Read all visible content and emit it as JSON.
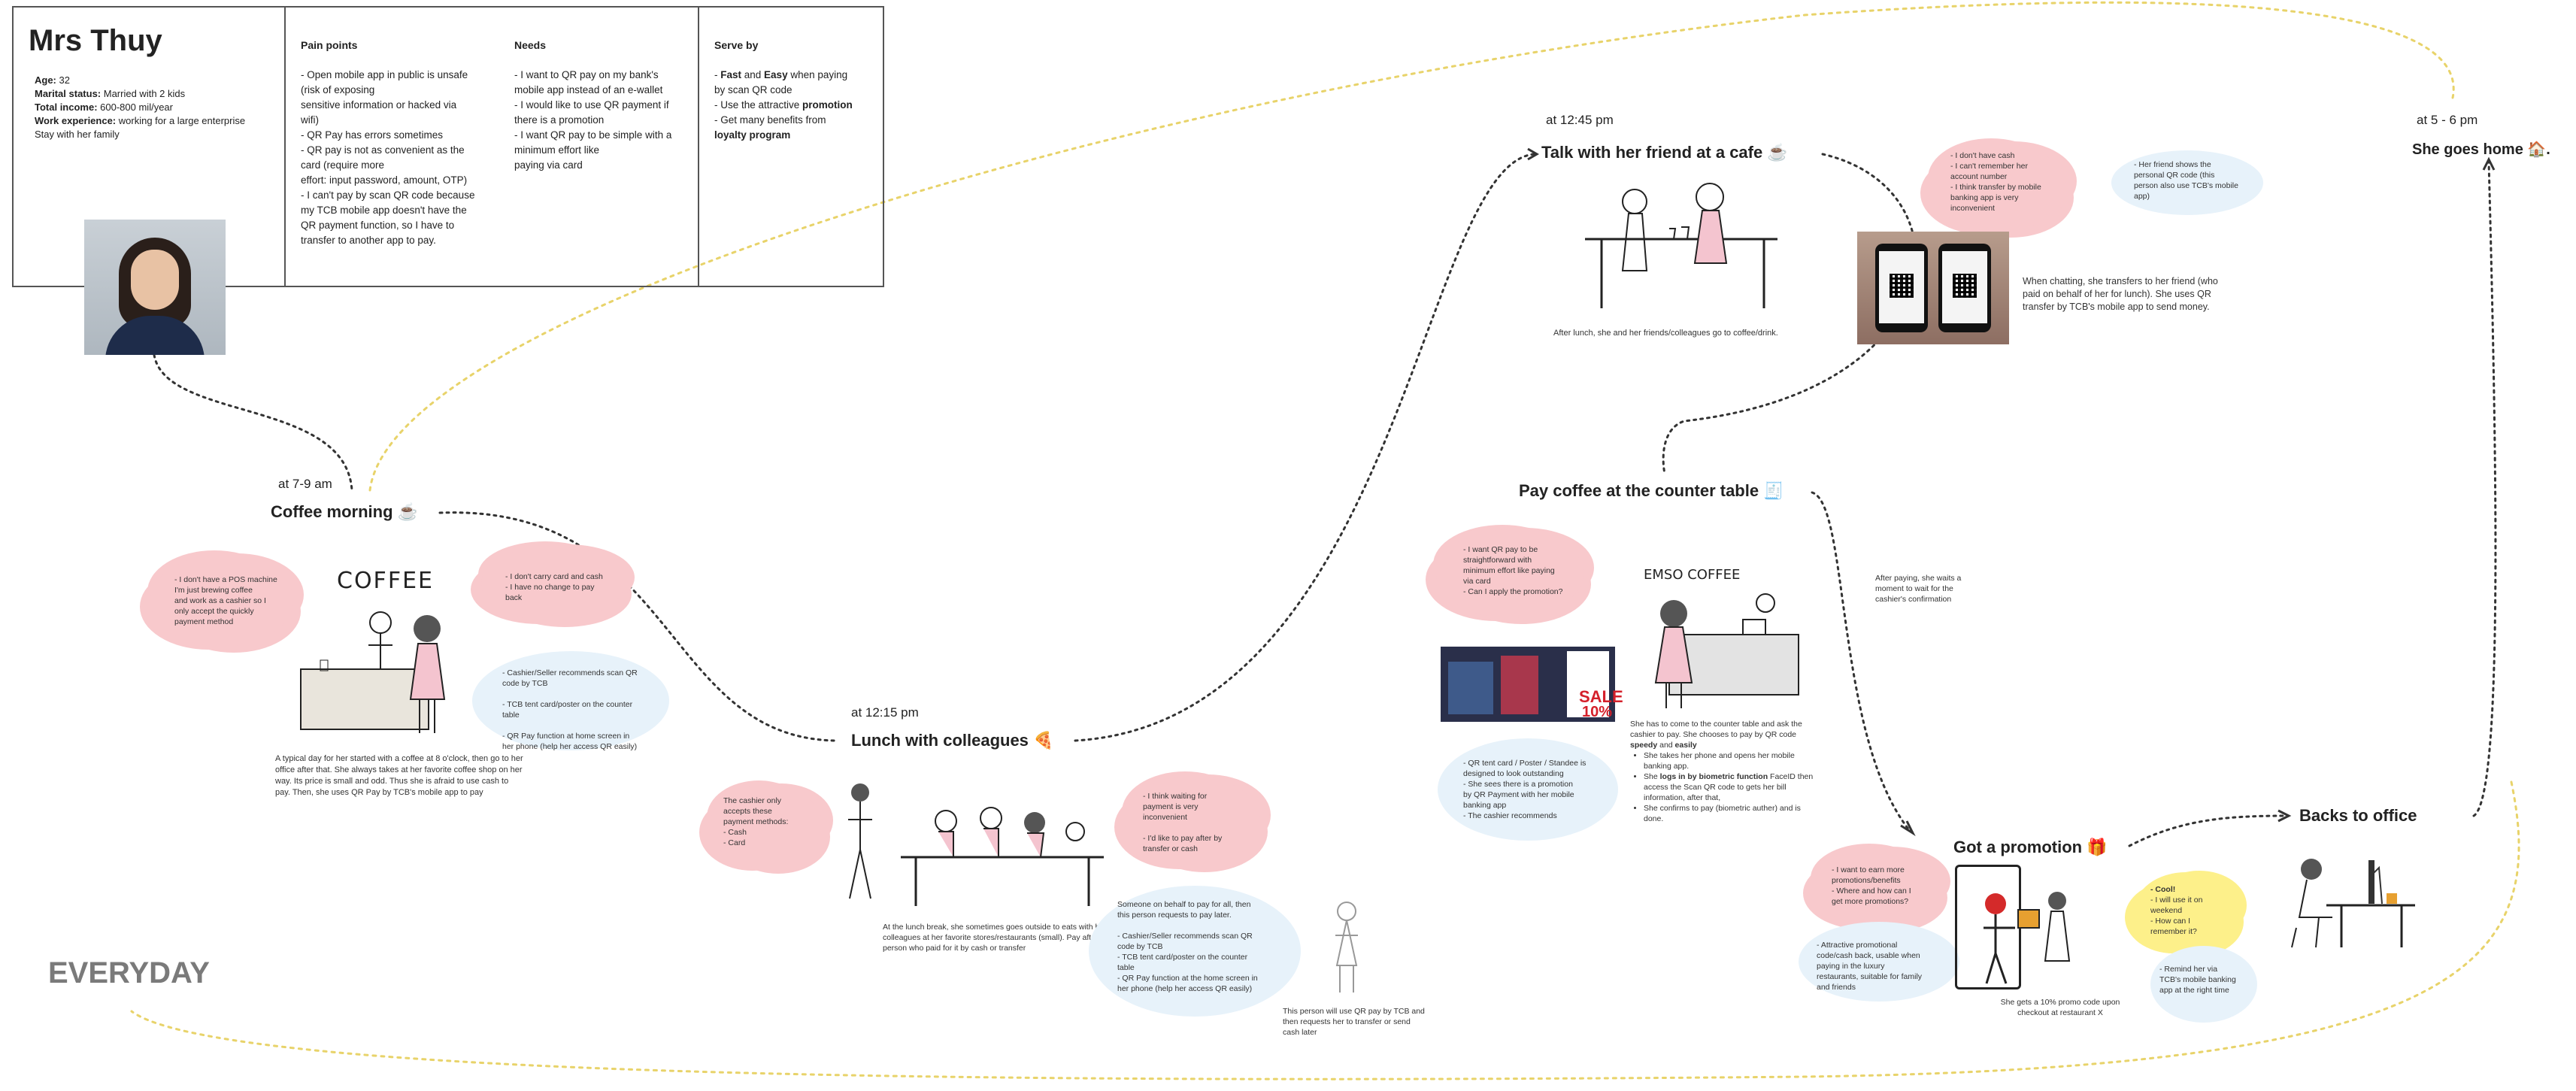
{
  "persona": {
    "name": "Mrs Thuy",
    "info": [
      {
        "label": "Age:",
        "value": " 32"
      },
      {
        "label": "Marital status:",
        "value": " Married with 2 kids"
      },
      {
        "label": "Total income:",
        "value": " 600-800 mil/year"
      },
      {
        "label": "Work experience:",
        "value": " working for a large enterprise"
      },
      {
        "label": "",
        "value": "Stay with her family"
      }
    ],
    "pain_points_title": "Pain points",
    "pain_points_text": "- Open mobile app in public is unsafe\n(risk of exposing\nsensitive information or hacked via\nwifi)\n- QR Pay has errors sometimes\n- QR pay is not as convenient as the\ncard (require more\neffort: input password, amount, OTP)\n- I can't pay by scan QR code because\nmy TCB mobile app doesn't have the\nQR payment function, so I have to\ntransfer to another app to pay.",
    "needs_title": "Needs",
    "needs_text": "- I want to QR pay on my bank's\nmobile app instead of an e-wallet\n- I would like to use QR payment if\nthere is a promotion\n- I want QR pay to be simple with a\nminimum effort like\npaying via card",
    "serve_title": "Serve by",
    "serve_line1_a": "- ",
    "serve_line1_b": "Fast",
    "serve_line1_c": " and ",
    "serve_line1_d": "Easy",
    "serve_line1_e": " when paying",
    "serve_line2": "by scan QR code",
    "serve_line3_a": "- Use the attractive ",
    "serve_line3_b": "promotion",
    "serve_line4": "- Get many benefits from",
    "serve_line5": "loyalty program"
  },
  "stages": {
    "coffee": {
      "time": "at 7-9 am",
      "title": "Coffee morning ☕",
      "cloud_left": "- I don't have a POS machine\nI'm just brewing coffee\nand work as a cashier so I\nonly accept the quickly\npayment method",
      "cloud_right": "- I don't carry card and cash\n- I have no change to pay\nback",
      "blue_note": "- Cashier/Seller recommends scan QR\ncode by TCB\n\n- TCB tent card/poster on the counter\ntable\n\n- QR Pay function at home screen in\nher phone (help her access QR easily)",
      "sign": "COFFEE",
      "caption": "A typical day for her started with a coffee at 8 o'clock, then go to her office after that. She always takes at her favorite coffee shop on her way. Its price is small and odd. Thus she is afraid to use cash to pay. Then, she uses QR Pay by TCB's mobile app to pay"
    },
    "lunch": {
      "time": "at 12:15 pm",
      "title": "Lunch with colleagues 🍕",
      "cloud_left": "The cashier only\naccepts these\npayment methods:\n- Cash\n- Card",
      "cloud_right": "- I think waiting for\npayment is very\ninconvenient\n\n- I'd like to pay after by\ntransfer or cash",
      "blue_note": "Someone on behalf to pay for all, then\nthis person requests to pay later.\n\n- Cashier/Seller recommends scan QR\ncode by TCB\n- TCB tent card/poster on the counter\ntable\n- QR Pay function at the home screen in\nher phone (help her access QR easily)",
      "caption": "At the lunch break, she sometimes goes outside to eats with her colleagues at her favorite stores/restaurants (small). Pay after to the person who paid for it by cash or transfer",
      "person_caption": "This person will use QR pay by TCB and then requests her to transfer or send cash later"
    },
    "cafe": {
      "time": "at 12:45 pm",
      "title": "Talk with her friend at a cafe ☕",
      "cloud_pink": "- I don't have cash\n- I can't remember her\naccount number\n- I think transfer by mobile\nbanking app is very\ninconvenient",
      "blue_note": "- Her friend shows the\npersonal QR code (this\nperson also use TCB's mobile\napp)",
      "caption": "After lunch, she and her friends/colleagues go to coffee/drink.",
      "phone_caption": "When chatting, she transfers to her friend (who paid on behalf of her for lunch). She uses QR transfer by TCB's mobile app to send money."
    },
    "counter": {
      "title": "Pay coffee at the counter table 🧾",
      "cloud_pink": "- I want QR pay to be\nstraightforward with\nminimum effort like paying\nvia card\n- Can I apply the promotion?",
      "blue_note": "- QR tent card / Poster / Standee is\ndesigned to look outstanding\n- She sees there is a promotion\nby QR Payment with her mobile\nbanking app\n- The cashier recommends",
      "side_note": "After paying, she waits a moment to wait for the cashier's confirmation",
      "sign": "EMSO COFFEE",
      "sale_a": "SALE",
      "sale_b": "10%",
      "caption_intro_a": "She has to come to the counter table and ask the cashier to pay. She chooses to pay by QR code ",
      "caption_intro_b": "speedy",
      "caption_intro_c": " and ",
      "caption_intro_d": "easily",
      "caption_list": [
        {
          "a": "She takes her phone and opens her mobile banking app.",
          "b": "",
          "c": ""
        },
        {
          "a": "She ",
          "b": "logs in by biometric function",
          "c": " FaceID then access the Scan QR code to gets her bill information, after that,"
        },
        {
          "a": "She confirms to pay (biometric auther) and is done.",
          "b": "",
          "c": ""
        }
      ]
    },
    "promotion": {
      "title": "Got a promotion 🎁",
      "cloud_pink": "- I want to earn more\npromotions/benefits\n- Where and how can I\nget more promotions?",
      "blue_left": "- Attractive promotional\ncode/cash back, usable when\npaying in the luxury\nrestaurants, suitable for family\nand friends",
      "cloud_yellow_bold": "- Cool!",
      "cloud_yellow": "- I will use it on\nweekend\n- How can I\nremember it?",
      "blue_right": "- Remind her via\nTCB's mobile banking\napp at the right time",
      "caption": "She gets a 10% promo code upon checkout at restaurant X"
    },
    "office": {
      "title": "Backs to office"
    },
    "home": {
      "time": "at 5 - 6 pm",
      "title": "She goes home 🏠."
    }
  },
  "label_everyday": "EVERYDAY",
  "colors": {
    "cloud_pink": "#f8c9cc",
    "ellipse_blue": "#e7f2fa",
    "cloud_yellow": "#fdf08a",
    "loop_path": "#e8d36a",
    "journey_path": "#333333"
  }
}
